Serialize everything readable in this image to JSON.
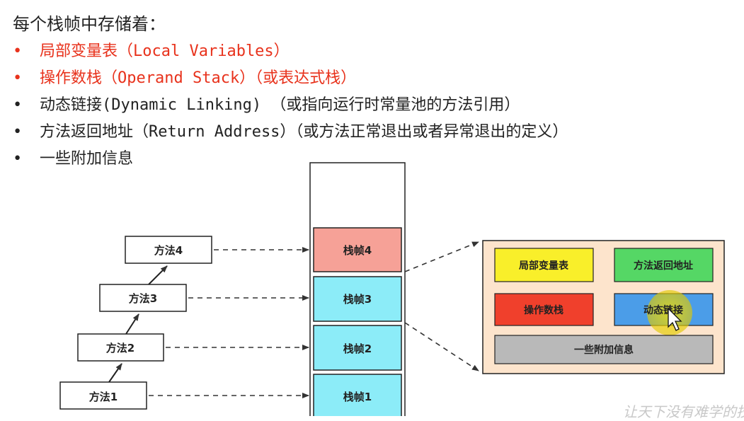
{
  "title": "每个栈帧中存储着：",
  "bullets": [
    {
      "text": "局部变量表（Local Variables）",
      "color": "#e8321c"
    },
    {
      "text": "操作数栈（Operand Stack）（或表达式栈）",
      "color": "#e8321c"
    },
    {
      "text": "动态链接(Dynamic Linking) （或指向运行时常量池的方法引用）",
      "color": "#222222"
    },
    {
      "text": "方法返回地址（Return Address）（或方法正常退出或者异常退出的定义）",
      "color": "#222222"
    },
    {
      "text": "一些附加信息",
      "color": "#222222"
    }
  ],
  "bullet_glyph": "•",
  "methods": [
    "方法4",
    "方法3",
    "方法2",
    "方法1"
  ],
  "frames": [
    {
      "label": "栈帧4",
      "color": "#f6a197"
    },
    {
      "label": "栈帧3",
      "color": "#8cecf8"
    },
    {
      "label": "栈帧2",
      "color": "#8cecf8"
    },
    {
      "label": "栈帧1",
      "color": "#8cecf8"
    }
  ],
  "detail": {
    "background": "#fde4cc",
    "local_vars": {
      "label": "局部变量表",
      "color": "#f9ef2a"
    },
    "return_addr": {
      "label": "方法返回地址",
      "color": "#55d765"
    },
    "operand_stack": {
      "label": "操作数栈",
      "color": "#f0402c"
    },
    "dynamic_link": {
      "label": "动态链接",
      "color": "#4b9de8"
    },
    "extra_info": {
      "label": "一些附加信息",
      "color": "#b9b9b9"
    }
  },
  "watermark": "让天下没有难学的技术"
}
